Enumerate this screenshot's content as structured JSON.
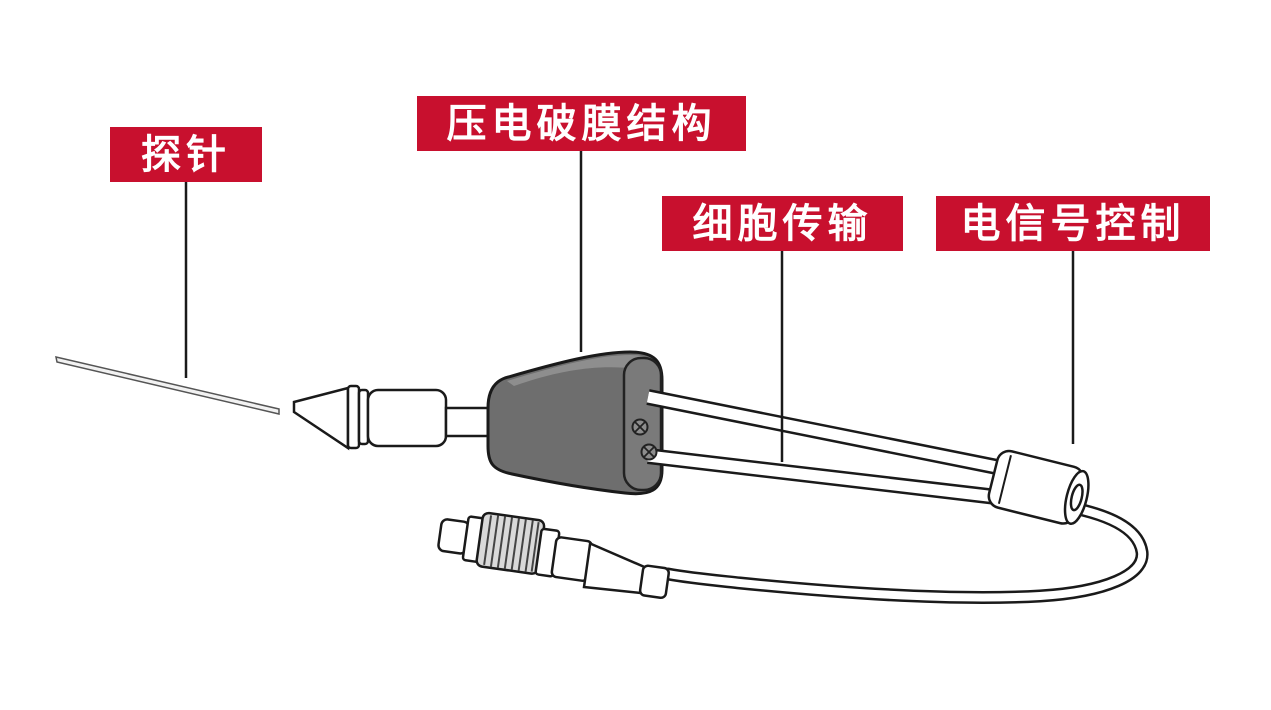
{
  "colors": {
    "label_bg": "#C8102E",
    "label_text": "#FFFFFF",
    "line": "#1A1A1A",
    "block_fill": "#6E6E6E"
  },
  "diagram": {
    "labels": {
      "probe": "探针",
      "piezo_membrane": "压电破膜结构",
      "cell_transport": "细胞传输",
      "signal_control": "电信号控制"
    }
  }
}
